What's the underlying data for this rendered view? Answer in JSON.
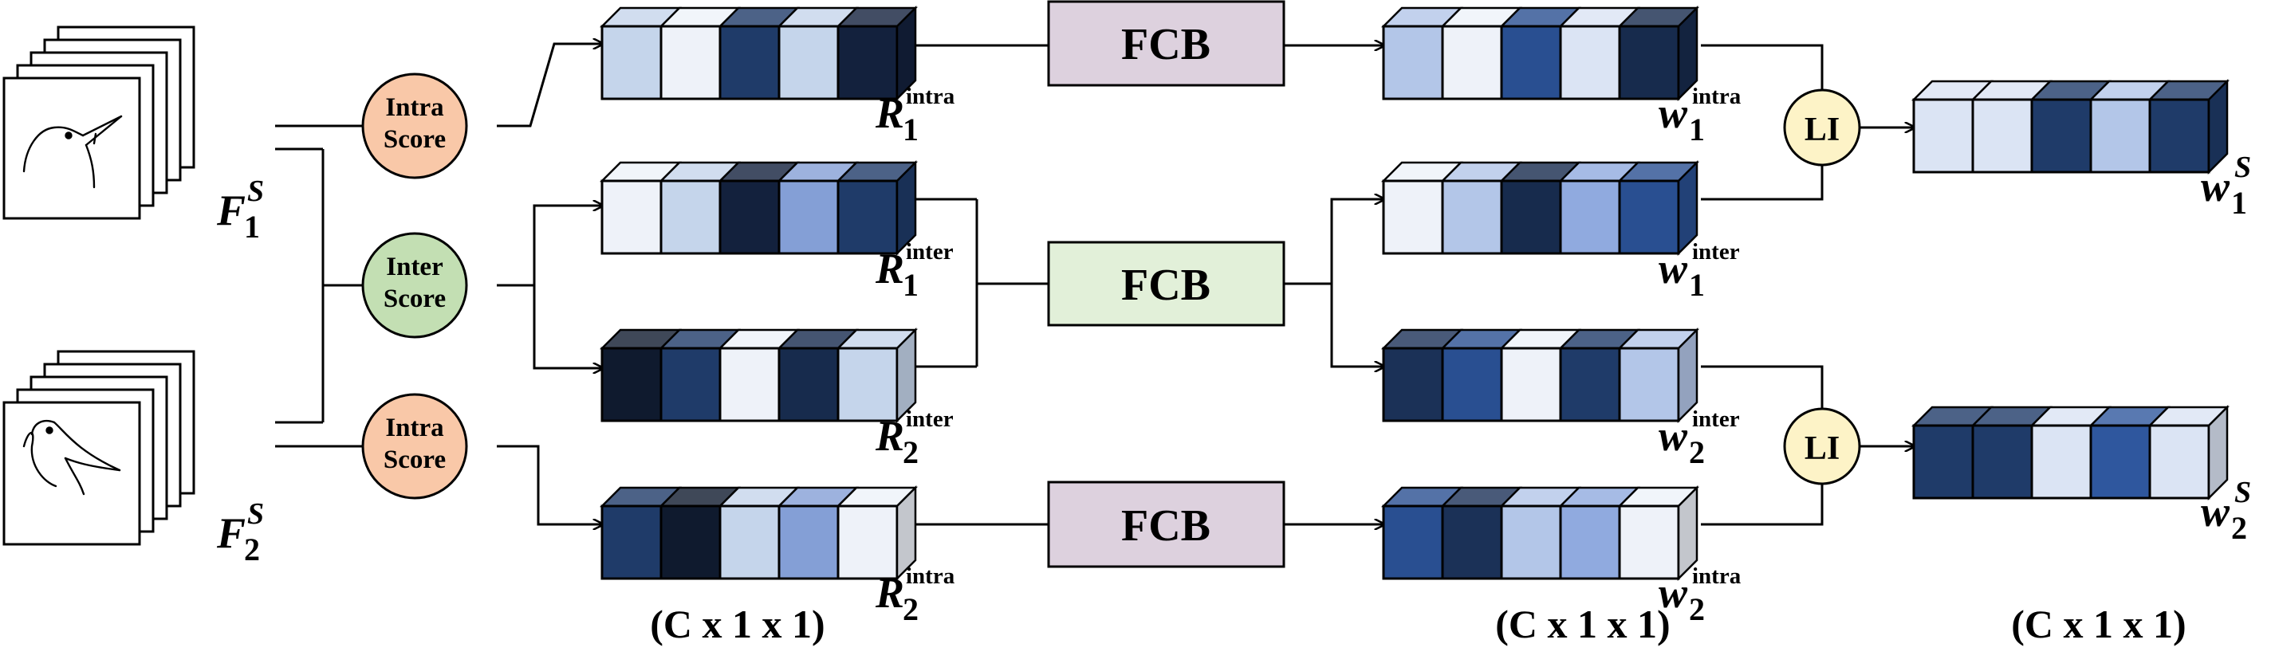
{
  "nodes": {
    "intra_score_top": "Intra\nScore",
    "inter_score": "Inter\nScore",
    "intra_score_bottom": "Intra\nScore",
    "fcb_top": "FCB",
    "fcb_mid": "FCB",
    "fcb_bottom": "FCB",
    "li_top": "LI",
    "li_bottom": "LI"
  },
  "feature_labels": {
    "f1": {
      "base": "F",
      "sup": "S",
      "sub": "1"
    },
    "f2": {
      "base": "F",
      "sup": "S",
      "sub": "2"
    }
  },
  "vector_labels": {
    "r1_intra": {
      "base": "R",
      "sub": "1",
      "sup": "intra"
    },
    "r1_inter": {
      "base": "R",
      "sub": "1",
      "sup": "inter"
    },
    "r2_inter": {
      "base": "R",
      "sub": "2",
      "sup": "inter"
    },
    "r2_intra": {
      "base": "R",
      "sub": "2",
      "sup": "intra"
    },
    "w1_intra": {
      "base": "w",
      "sub": "1",
      "sup": "intra"
    },
    "w1_inter": {
      "base": "w",
      "sub": "1",
      "sup": "inter"
    },
    "w2_inter": {
      "base": "w",
      "sub": "2",
      "sup": "inter"
    },
    "w2_intra": {
      "base": "w",
      "sub": "2",
      "sup": "intra"
    },
    "w1_s": {
      "base": "w",
      "sub": "1",
      "sup": "S"
    },
    "w2_s": {
      "base": "w",
      "sub": "2",
      "sup": "S"
    }
  },
  "dimension_labels": {
    "left": "(C x 1 x 1)",
    "middle": "(C x 1 x 1)",
    "right": "(C x 1 x 1)"
  },
  "vectors": {
    "r1_intra": [
      "#c5d5eb",
      "#eef2f9",
      "#1f3b69",
      "#c5d5eb",
      "#13213d"
    ],
    "r1_inter": [
      "#eef2f9",
      "#c5d5eb",
      "#13213d",
      "#849fd6",
      "#1f3b69"
    ],
    "r2_inter": [
      "#0f1a2e",
      "#1f3b69",
      "#eef2f9",
      "#172b4d",
      "#c5d5eb"
    ],
    "r2_intra": [
      "#1f3b69",
      "#0f1a2e",
      "#c5d5eb",
      "#849fd6",
      "#eef2f9"
    ],
    "w1_intra": [
      "#b3c6e8",
      "#eef2f9",
      "#294f91",
      "#dbe4f4",
      "#172b4d"
    ],
    "w1_inter": [
      "#eef2f9",
      "#b3c6e8",
      "#172b4d",
      "#90aadf",
      "#294f91"
    ],
    "w2_inter": [
      "#1b3157",
      "#294f91",
      "#eef2f9",
      "#1f3b69",
      "#b3c6e8"
    ],
    "w2_intra": [
      "#294f91",
      "#1b3157",
      "#b3c6e8",
      "#90aadf",
      "#eef2f9"
    ],
    "w1_s": [
      "#dbe4f4",
      "#dbe4f4",
      "#1f3b69",
      "#b3c6e8",
      "#1f3b69"
    ],
    "w2_s": [
      "#1f3b69",
      "#1f3b69",
      "#dbe4f4",
      "#2f579e",
      "#dbe4f4"
    ]
  },
  "colors": {
    "intra_score": "#f9c8a8",
    "inter_score": "#c3dfb3",
    "fcb_intra": "#ddd1de",
    "fcb_inter": "#e2f0d9",
    "li": "#fdf3c7",
    "stroke": "#000000"
  }
}
